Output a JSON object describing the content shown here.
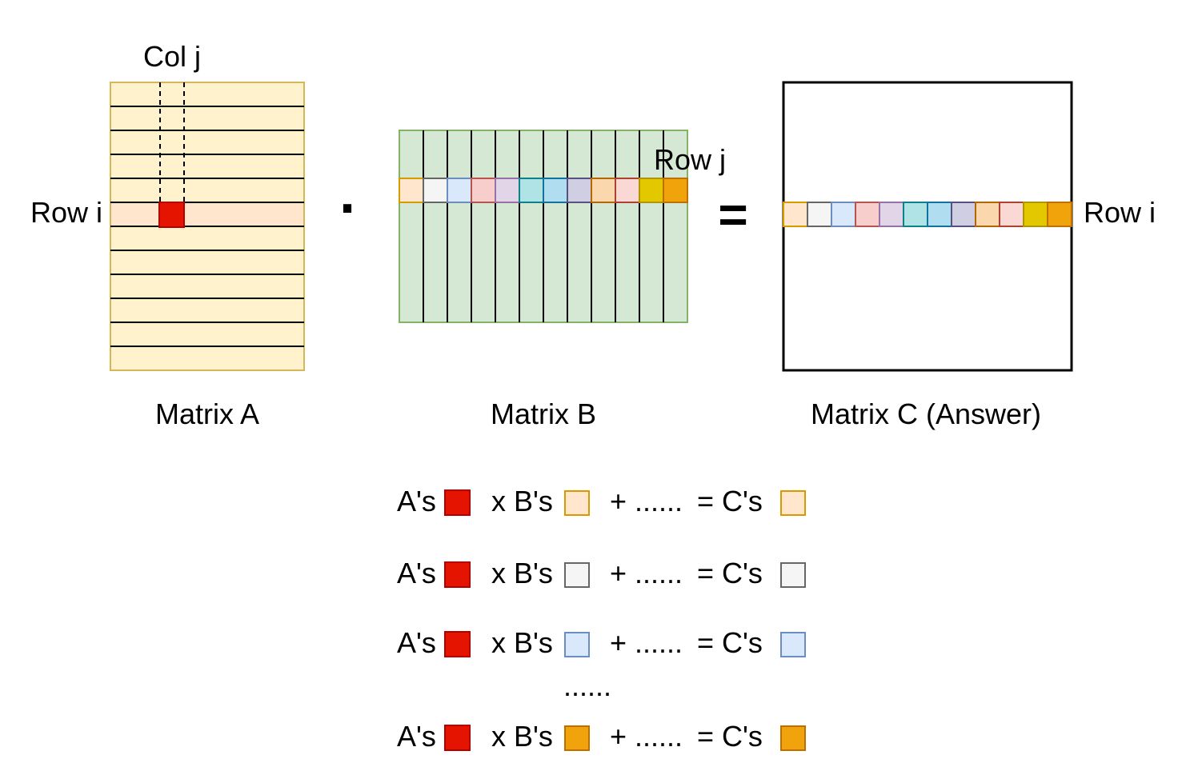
{
  "labels": {
    "col_j": "Col j",
    "row_i_left": "Row i",
    "row_j": "Row j",
    "row_i_right": "Row i",
    "matrix_a": "Matrix A",
    "matrix_b": "Matrix B",
    "matrix_c": "Matrix C (Answer)",
    "dot_operator": "·",
    "equals_operator": "="
  },
  "colors": {
    "matrix_a_fill": "#fff2cc",
    "matrix_a_stroke": "#d6b656",
    "highlight_row_fill": "#ffe6cc",
    "matrix_b_fill": "#d5e8d4",
    "matrix_b_stroke": "#82b366",
    "a_element_fill": "#e51400",
    "a_element_stroke": "#b20000",
    "matrix_c_stroke": "#000000"
  },
  "row_cells": [
    {
      "fill": "#ffe6cc",
      "stroke": "#d79b00"
    },
    {
      "fill": "#f5f5f5",
      "stroke": "#666666"
    },
    {
      "fill": "#dae8fc",
      "stroke": "#6c8ebf"
    },
    {
      "fill": "#f8cecc",
      "stroke": "#b85450"
    },
    {
      "fill": "#e1d5e7",
      "stroke": "#9673a6"
    },
    {
      "fill": "#b0e3e6",
      "stroke": "#0e8088"
    },
    {
      "fill": "#b1ddf0",
      "stroke": "#10739e"
    },
    {
      "fill": "#d0cee2",
      "stroke": "#56517e"
    },
    {
      "fill": "#fad7ac",
      "stroke": "#b46504"
    },
    {
      "fill": "#fad9d5",
      "stroke": "#ae4132"
    },
    {
      "fill": "#e3c800",
      "stroke": "#b09500"
    },
    {
      "fill": "#f0a30a",
      "stroke": "#bd7000"
    }
  ],
  "equations": [
    {
      "a_text": "A's",
      "x_text": "x B's",
      "plus_text": "+ ......",
      "eq_text": "= C's",
      "cell_fill": "#ffe6cc",
      "cell_stroke": "#d79b00"
    },
    {
      "a_text": "A's",
      "x_text": "x B's",
      "plus_text": "+ ......",
      "eq_text": "= C's",
      "cell_fill": "#f5f5f5",
      "cell_stroke": "#666666"
    },
    {
      "a_text": "A's",
      "x_text": "x B's",
      "plus_text": "+ ......",
      "eq_text": "= C's",
      "cell_fill": "#dae8fc",
      "cell_stroke": "#6c8ebf"
    },
    {
      "a_text": "A's",
      "x_text": "x B's",
      "plus_text": "+ ......",
      "eq_text": "= C's",
      "cell_fill": "#f0a30a",
      "cell_stroke": "#bd7000"
    }
  ],
  "ellipsis": "......"
}
